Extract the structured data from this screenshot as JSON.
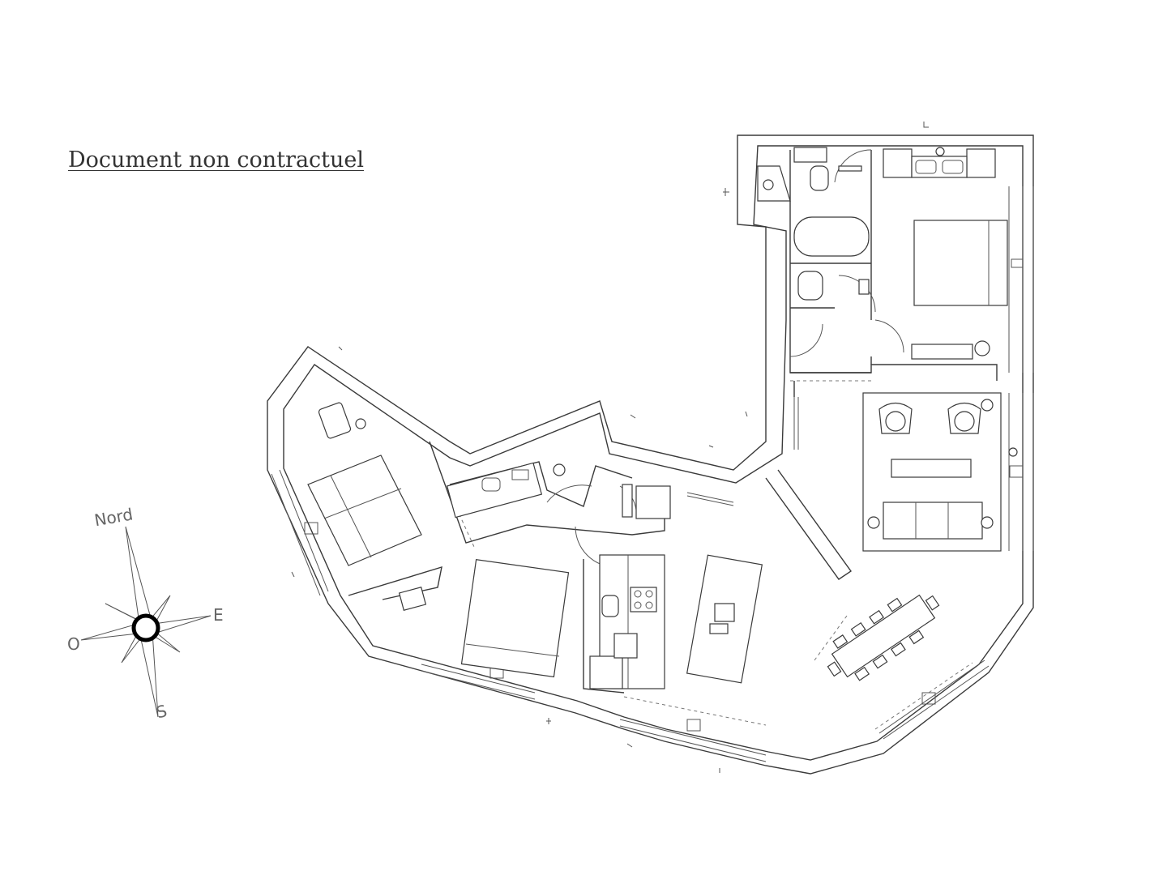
{
  "disclaimer": "Document non contractuel",
  "compass": {
    "north": "Nord",
    "east": "E",
    "south": "S",
    "west": "O"
  },
  "colors": {
    "line": "#3a3a3a",
    "text": "#333333",
    "background": "#ffffff"
  }
}
